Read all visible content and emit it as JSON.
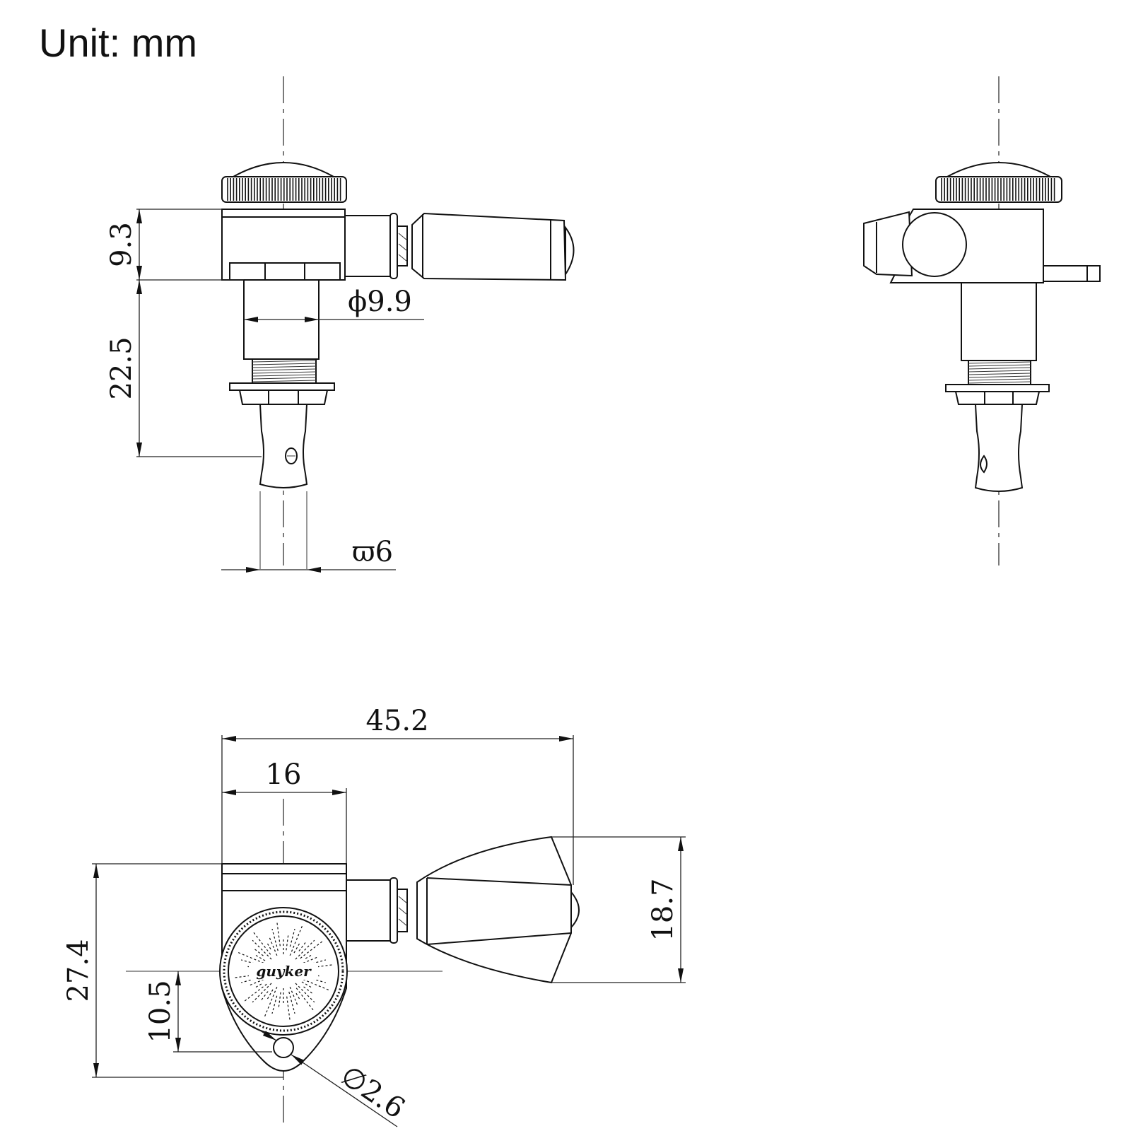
{
  "title": "Unit: mm",
  "dimensions": {
    "side_height_top": "9.3",
    "side_height_post": "22.5",
    "bushing_diameter": "ϕ9.9",
    "post_diameter": "ϖ6",
    "total_width": "45.2",
    "housing_width": "16",
    "total_height": "27.4",
    "hole_offset": "10.5",
    "button_height": "18.7",
    "hole_diameter": "∅2.6"
  },
  "logo_text": "guyker"
}
